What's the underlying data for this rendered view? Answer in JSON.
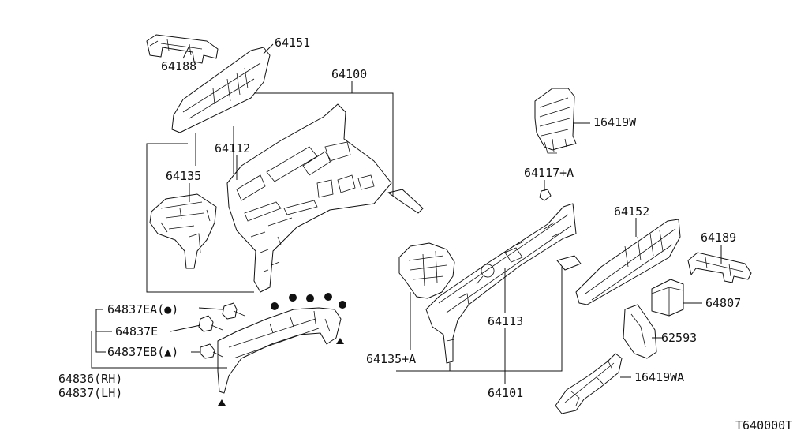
{
  "labels": {
    "p64151": "64151",
    "p64188": "64188",
    "p64100": "64100",
    "p64112": "64112",
    "p64135": "64135",
    "p16419w": "16419W",
    "p64117a": "64117+A",
    "p64152": "64152",
    "p64189": "64189",
    "p64807": "64807",
    "p62593": "62593",
    "p16419wa": "16419WA",
    "p64113": "64113",
    "p64135a": "64135+A",
    "p64101": "64101",
    "p64837ea": "64837EA(●)",
    "p64837e": "64837E",
    "p64837eb": "64837EB(▲)",
    "p64836": "64836(RH)",
    "p64837": "64837(LH)"
  },
  "diagram_code": "T640000T"
}
